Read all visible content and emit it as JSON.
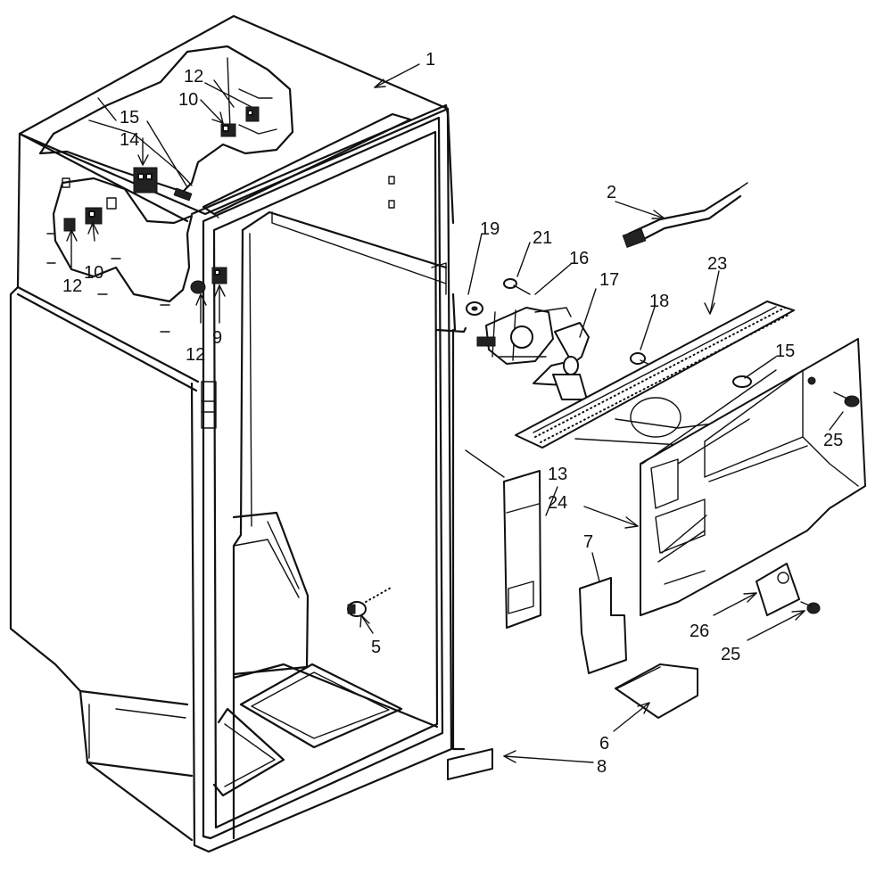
{
  "callouts": {
    "c1": "1",
    "c2": "2",
    "c5": "5",
    "c6": "6",
    "c7": "7",
    "c8": "8",
    "c9": "9",
    "c10a": "10",
    "c10b": "10",
    "c12a": "12",
    "c12b": "12",
    "c12c": "12",
    "c13": "13",
    "c14": "14",
    "c15a": "15",
    "c15b": "15",
    "c16": "16",
    "c17": "17",
    "c18": "18",
    "c19": "19",
    "c21": "21",
    "c23": "23",
    "c24": "24",
    "c25a": "25",
    "c25b": "25",
    "c26": "26"
  }
}
